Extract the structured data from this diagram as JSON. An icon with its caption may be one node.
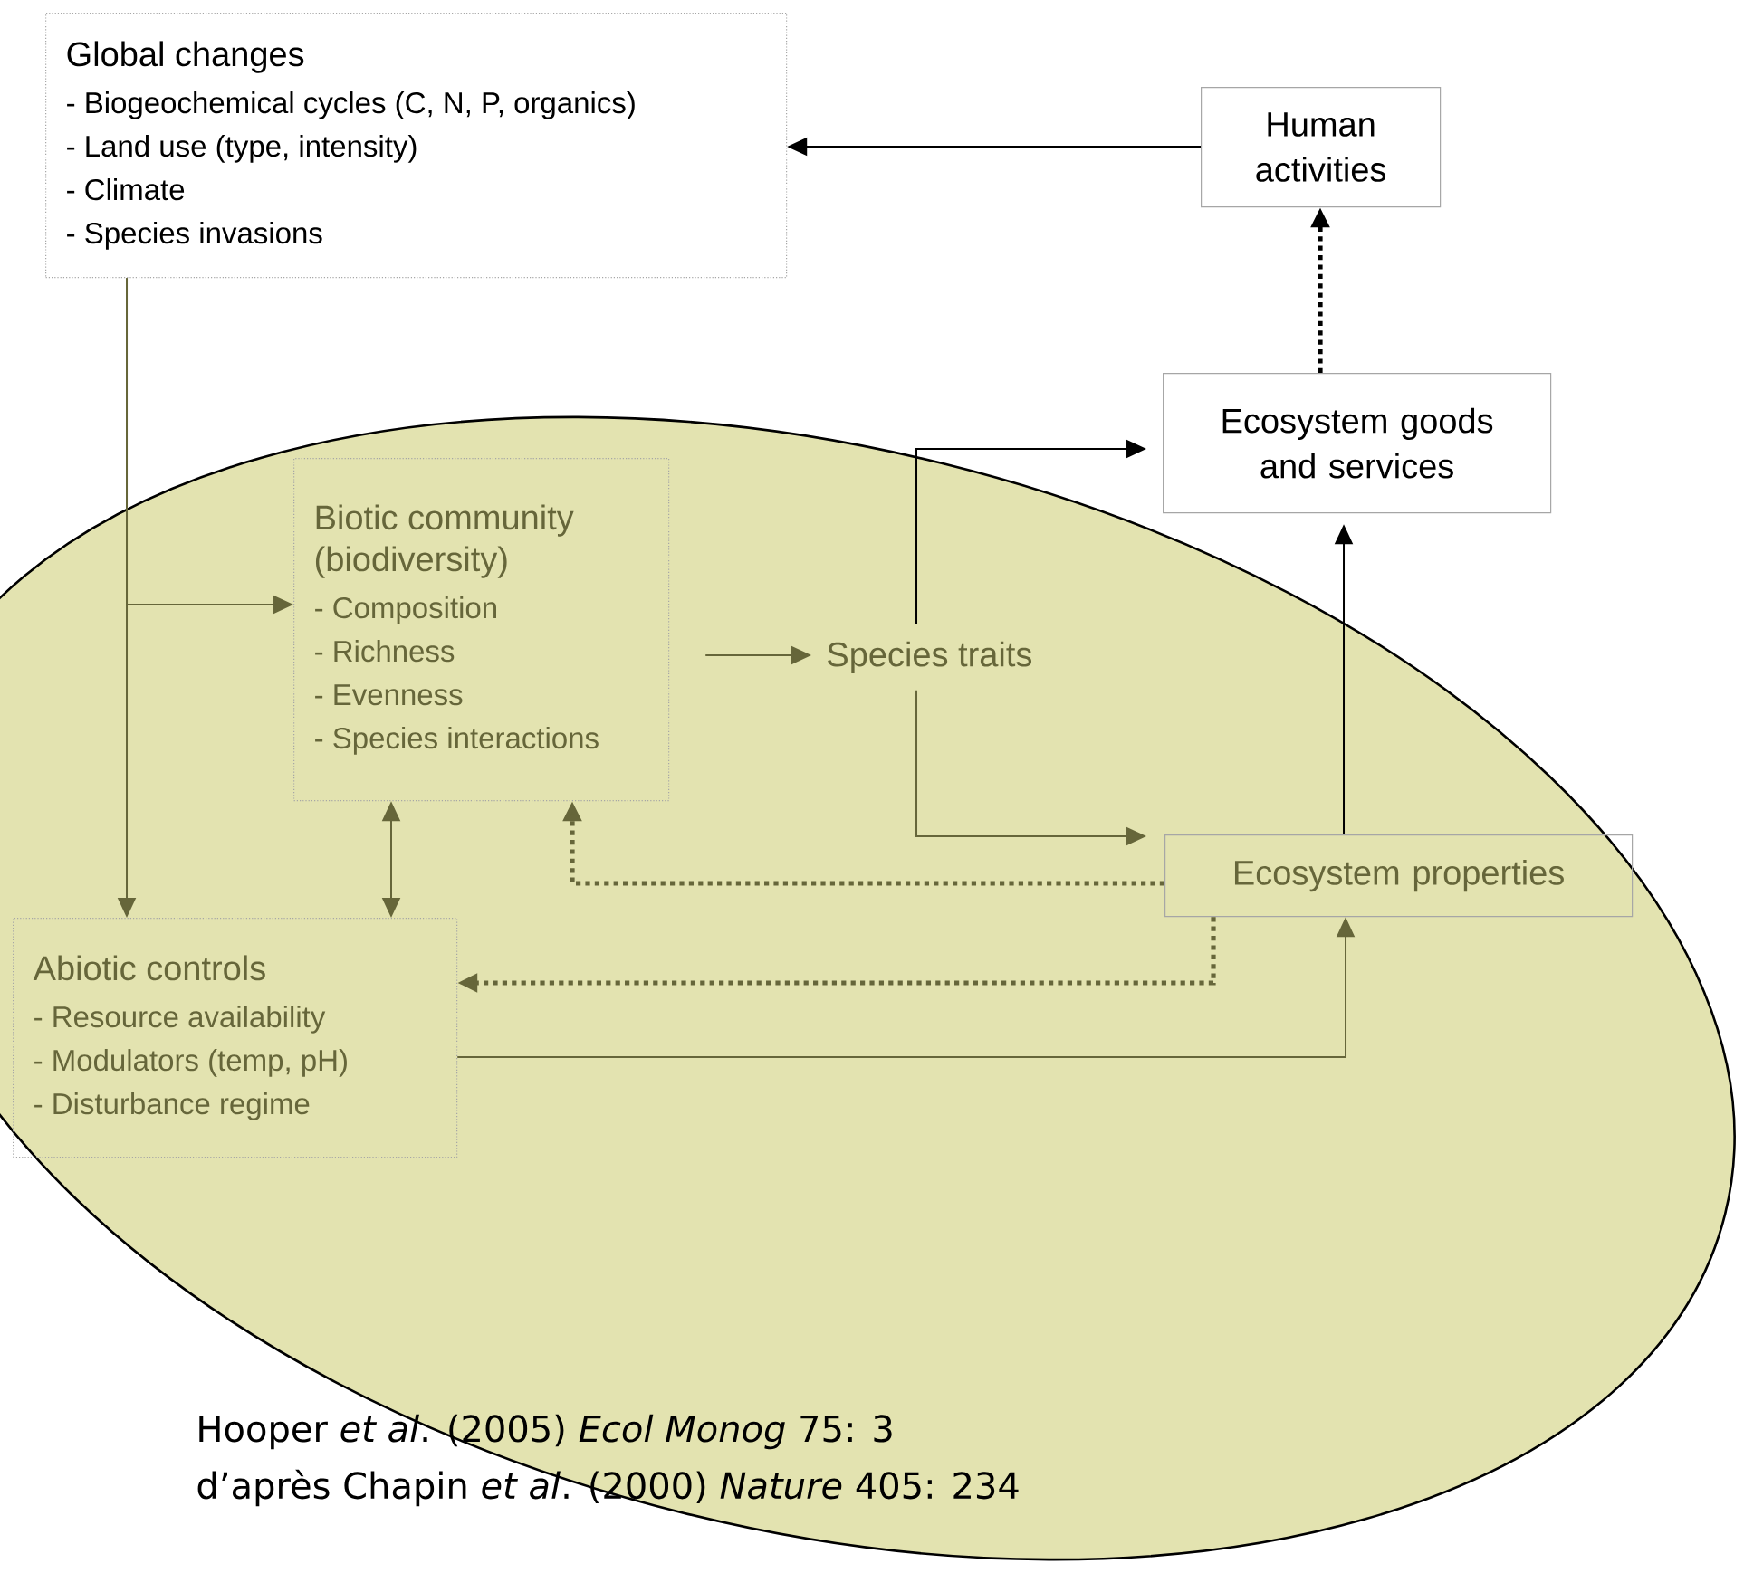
{
  "diagram": {
    "nodes": [
      {
        "text": [
          "Global changes",
          "- Biogeochemical cycles (C, N, P, organics)",
          "- Land use (type, intensity)",
          "- Climate",
          "- Species invasions"
        ]
      },
      {
        "text": [
          "Human activities"
        ]
      },
      {
        "text": [
          "Ecosystem goods and services"
        ]
      },
      {
        "text": [
          "Biotic community (biodiversity)",
          "- Composition",
          "- Richness",
          "- Evenness",
          "- Species interactions"
        ]
      },
      {
        "text": [
          "Species traits"
        ]
      },
      {
        "text": [
          "Ecosystem properties"
        ]
      },
      {
        "text": [
          "Abiotic controls",
          "- Resource availability",
          "- Modulators (temp, pH)",
          "- Disturbance regime"
        ]
      }
    ],
    "edges": [
      {
        "from": 1,
        "to": 0,
        "arrow": "to",
        "color": "#000000"
      },
      {
        "from": 2,
        "to": 1,
        "arrow": "to",
        "style": "dashed",
        "color": "#000000"
      },
      {
        "from": 0,
        "to": 6,
        "arrow": "to"
      },
      {
        "from": 0,
        "to": 3,
        "arrow": "to"
      },
      {
        "from": 3,
        "to": 4,
        "arrow": "to"
      },
      {
        "from": 4,
        "to": 2,
        "arrow": "to",
        "color": "#000000"
      },
      {
        "from": 4,
        "to": 5,
        "arrow": "to"
      },
      {
        "from": 3,
        "to": 6,
        "arrow": "both"
      },
      {
        "from": 5,
        "to": 3,
        "arrow": "to",
        "style": "dashed"
      },
      {
        "from": 5,
        "to": 6,
        "arrow": "to",
        "style": "dashed"
      },
      {
        "from": 6,
        "to": 5,
        "arrow": "to"
      },
      {
        "from": 5,
        "to": 2,
        "arrow": "to",
        "color": "#000000"
      }
    ],
    "labels": [
      "Hooper *et al*. (2005) *Ecol Monog* 75: 3",
      "d’après Chapin *et al*. (2000) *Nature* 405: 234"
    ]
  }
}
